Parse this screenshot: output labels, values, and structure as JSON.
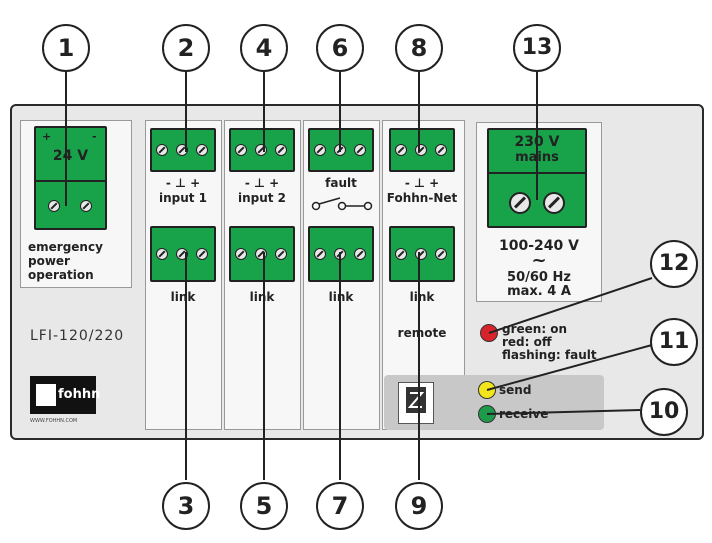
{
  "callouts": [
    "1",
    "2",
    "3",
    "4",
    "5",
    "6",
    "7",
    "8",
    "9",
    "10",
    "11",
    "12",
    "13"
  ],
  "emergency": {
    "plus": "+",
    "minus": "-",
    "voltage": "24 V",
    "label_lines": [
      "emergency",
      "power",
      "operation"
    ]
  },
  "input1": {
    "polarity": "- ⊥ +",
    "label": "input 1",
    "link": "link"
  },
  "input2": {
    "polarity": "- ⊥ +",
    "label": "input 2",
    "link": "link"
  },
  "fault": {
    "label": "fault",
    "link": "link"
  },
  "fohhn_net": {
    "polarity": "- ⊥ +",
    "label": "Fohhn-Net",
    "link": "link",
    "remote": "remote"
  },
  "mains": {
    "voltage": "230 V",
    "word": "mains",
    "range": "100-240 V",
    "tilde": "~",
    "freq": "50/60 Hz",
    "max": "max. 4 A"
  },
  "model": "LFI-120/220",
  "status": {
    "green": "green: on",
    "red": "red: off",
    "flashing": "flashing: fault"
  },
  "leds": {
    "send": "send",
    "receive": "receive",
    "colors": {
      "status": "#d8232a",
      "send": "#f2e51c",
      "receive": "#1e9a4a"
    }
  },
  "brand": {
    "logo_text": "fohhn",
    "website": "WWW.FOHHN.COM"
  }
}
